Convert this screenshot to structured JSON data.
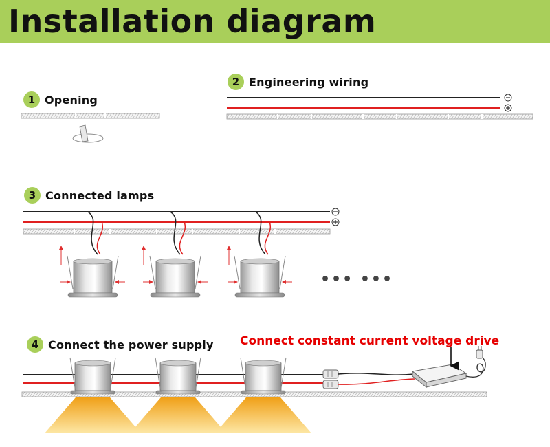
{
  "header": {
    "title": "Installation diagram"
  },
  "steps": [
    {
      "number": "1",
      "label": "Opening"
    },
    {
      "number": "2",
      "label": "Engineering wiring"
    },
    {
      "number": "3",
      "label": "Connected lamps"
    },
    {
      "number": "4",
      "label": "Connect the power supply"
    }
  ],
  "note": "Connect constant current voltage drive",
  "ellipsis": "••• •••",
  "polarity": {
    "negative": "−",
    "positive": "+"
  },
  "colors": {
    "accent": "#a9cf5a",
    "note": "#e60000",
    "wire_red": "#e02020",
    "wire_black": "#222222",
    "light": "#f2b230"
  },
  "icons": [
    "hole-saw-icon",
    "downlight-icon",
    "driver-icon",
    "plug-icon",
    "arrow-icon"
  ]
}
